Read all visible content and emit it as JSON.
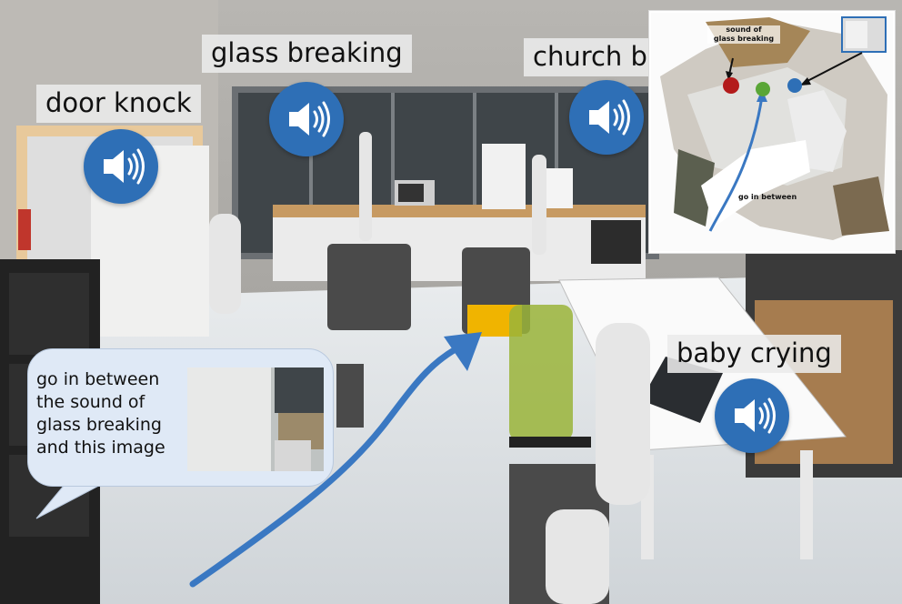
{
  "sound_labels": {
    "door_knock": "door knock",
    "glass_breaking": "glass breaking",
    "church_bell": "church bell",
    "baby_crying": "baby crying"
  },
  "icons": {
    "sound_source": "speaker-icon"
  },
  "instruction_bubble": {
    "lines": [
      "go in between",
      "the sound of",
      "glass breaking",
      "and this image"
    ]
  },
  "map_inset": {
    "label_sound": "sound of\nglass breaking",
    "label_path": "go in between",
    "markers": [
      {
        "name": "glass-breaking-marker",
        "color": "#b31b1b"
      },
      {
        "name": "goal-marker",
        "color": "#5aa637"
      },
      {
        "name": "image-location-marker",
        "color": "#2e6fb6"
      }
    ]
  },
  "colors": {
    "speaker_fill": "#2e6fb6",
    "path_arrow": "#3a78c2",
    "bubble_fill": "#dfe9f6"
  }
}
